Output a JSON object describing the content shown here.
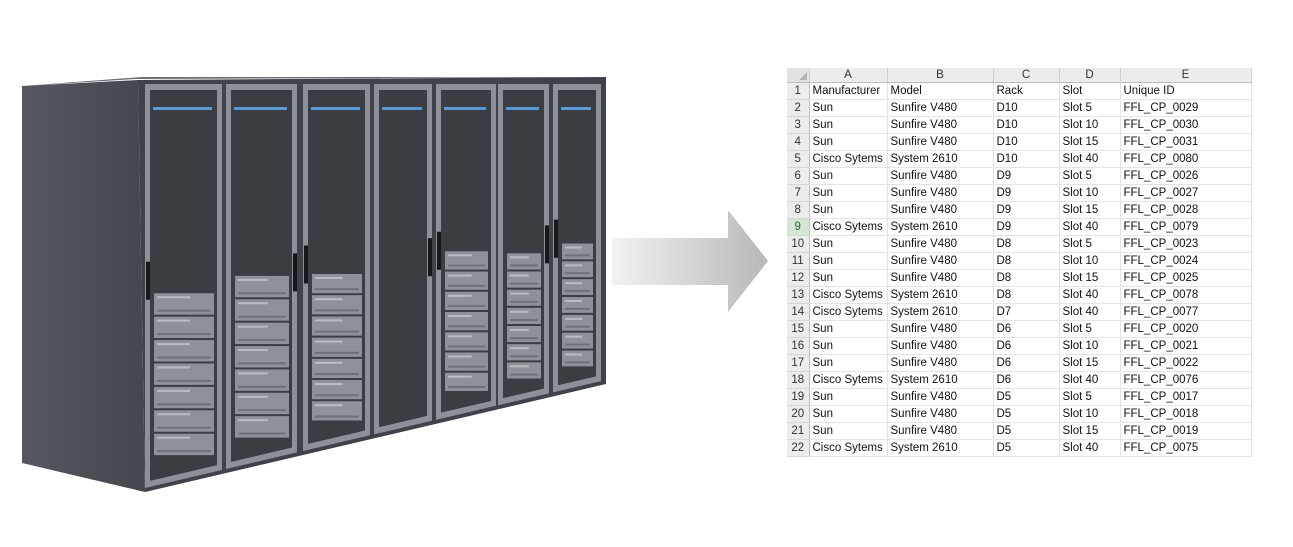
{
  "spreadsheet": {
    "columns": [
      "A",
      "B",
      "C",
      "D",
      "E"
    ],
    "rows": [
      [
        "Manufacturer",
        "Model",
        "Rack",
        "Slot",
        "Unique ID"
      ],
      [
        "Sun",
        "Sunfire V480",
        "D10",
        "Slot 5",
        "FFL_CP_0029"
      ],
      [
        "Sun",
        "Sunfire V480",
        "D10",
        "Slot 10",
        "FFL_CP_0030"
      ],
      [
        "Sun",
        "Sunfire V480",
        "D10",
        "Slot 15",
        "FFL_CP_0031"
      ],
      [
        "Cisco Sytems",
        "System 2610",
        "D10",
        "Slot 40",
        "FFL_CP_0080"
      ],
      [
        "Sun",
        "Sunfire V480",
        "D9",
        "Slot 5",
        "FFL_CP_0026"
      ],
      [
        "Sun",
        "Sunfire V480",
        "D9",
        "Slot 10",
        "FFL_CP_0027"
      ],
      [
        "Sun",
        "Sunfire V480",
        "D9",
        "Slot 15",
        "FFL_CP_0028"
      ],
      [
        "Cisco Sytems",
        "System 2610",
        "D9",
        "Slot 40",
        "FFL_CP_0079"
      ],
      [
        "Sun",
        "Sunfire V480",
        "D8",
        "Slot 5",
        "FFL_CP_0023"
      ],
      [
        "Sun",
        "Sunfire V480",
        "D8",
        "Slot 10",
        "FFL_CP_0024"
      ],
      [
        "Sun",
        "Sunfire V480",
        "D8",
        "Slot 15",
        "FFL_CP_0025"
      ],
      [
        "Cisco Sytems",
        "System 2610",
        "D8",
        "Slot 40",
        "FFL_CP_0078"
      ],
      [
        "Cisco Sytems",
        "System 2610",
        "D7",
        "Slot 40",
        "FFL_CP_0077"
      ],
      [
        "Sun",
        "Sunfire V480",
        "D6",
        "Slot 5",
        "FFL_CP_0020"
      ],
      [
        "Sun",
        "Sunfire V480",
        "D6",
        "Slot 10",
        "FFL_CP_0021"
      ],
      [
        "Sun",
        "Sunfire V480",
        "D6",
        "Slot 15",
        "FFL_CP_0022"
      ],
      [
        "Cisco Sytems",
        "System 2610",
        "D6",
        "Slot 40",
        "FFL_CP_0076"
      ],
      [
        "Sun",
        "Sunfire V480",
        "D5",
        "Slot 5",
        "FFL_CP_0017"
      ],
      [
        "Sun",
        "Sunfire V480",
        "D5",
        "Slot 10",
        "FFL_CP_0018"
      ],
      [
        "Sun",
        "Sunfire V480",
        "D5",
        "Slot 15",
        "FFL_CP_0019"
      ],
      [
        "Cisco Sytems",
        "System 2610",
        "D5",
        "Slot 40",
        "FFL_CP_0075"
      ]
    ],
    "active_row": 9
  },
  "colors": {
    "rack_body": "#3f4248",
    "rack_door": "#3a3d42",
    "rack_frame": "#8c9098",
    "rack_side": "#4f5259",
    "server_face": "#8d929a",
    "led_blue": "#5b9bd5",
    "arrow_light": "#f2f2f2",
    "arrow_dark": "#b8b8b8",
    "active_row_number": "#1e6b35"
  },
  "icons": [
    "server-rack-illustration",
    "right-arrow-icon"
  ]
}
